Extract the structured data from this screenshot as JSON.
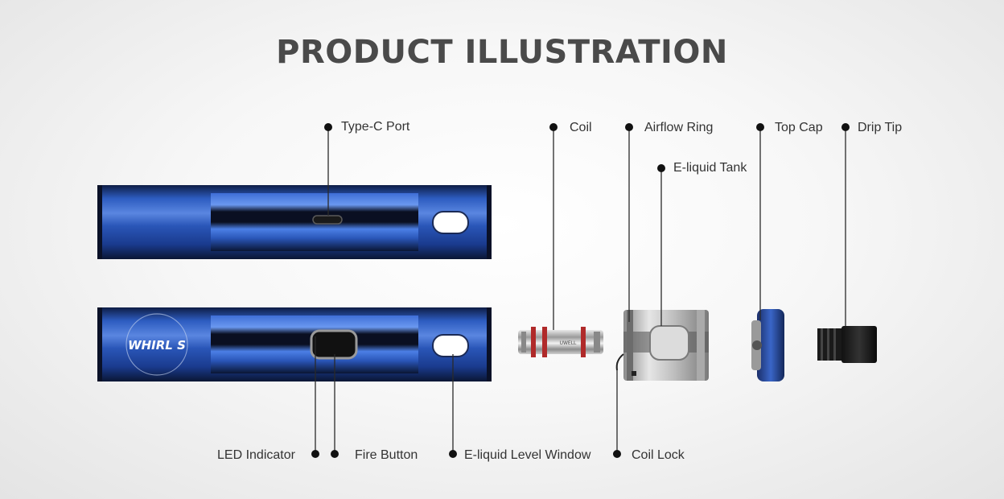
{
  "title": "PRODUCT ILLUSTRATION",
  "logo_text": "WHIRL S",
  "labels": {
    "type_c_port": "Type-C Port",
    "coil": "Coil",
    "airflow_ring": "Airflow Ring",
    "top_cap": "Top Cap",
    "drip_tip": "Drip Tip",
    "e_liquid_tank": "E-liquid Tank",
    "led_indicator": "LED Indicator",
    "fire_button": "Fire Button",
    "e_liquid_level_window": "E-liquid Level Window",
    "coil_lock": "Coil Lock"
  },
  "colors": {
    "body_blue": "#2f5fc4",
    "body_dark": "#0d1a3a",
    "label_text": "#333333",
    "title_text": "#4a4a4a",
    "metal": "#c8c8c8"
  }
}
